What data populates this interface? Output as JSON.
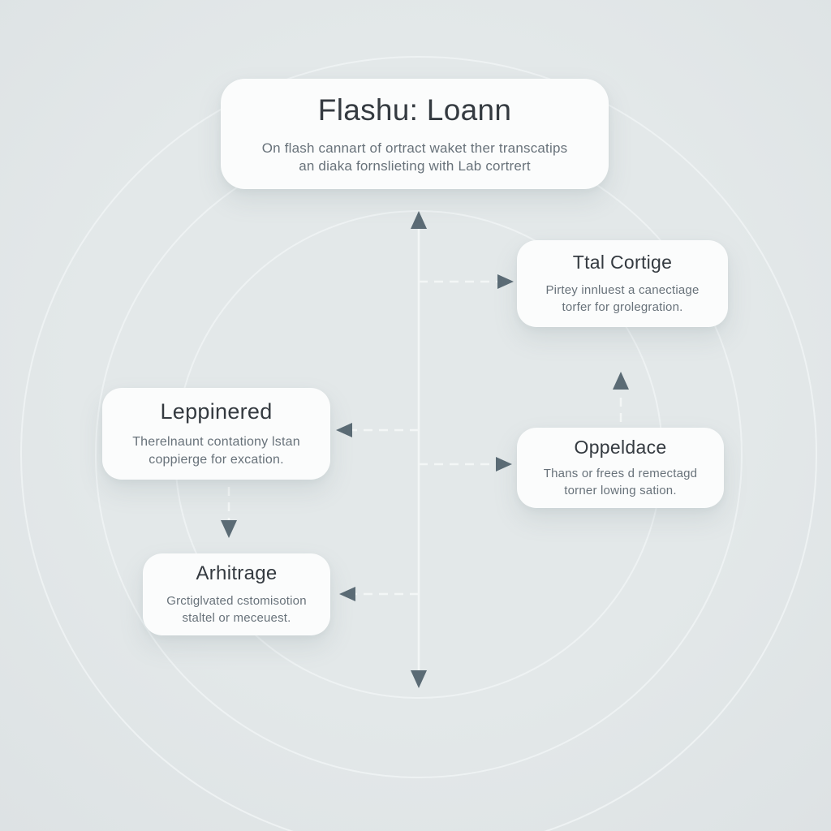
{
  "colors": {
    "bg": "#e3e8e9",
    "bg_edge": "#dde2e4",
    "node_bg": "#fbfcfc",
    "title_text": "#343a40",
    "desc_text": "#68727a",
    "arrowhead": "#5b6b75",
    "line": "#f3f6f6",
    "circle": "#eef2f3"
  },
  "diagram": {
    "nodes": {
      "flash_loan": {
        "title": "Flashu: Loann",
        "desc": [
          "On flash cannart of ortract waket ther transcatips",
          "an diaka fornslieting with Lab cortrert"
        ]
      },
      "total_cortige": {
        "title": "Ttal Cortige",
        "desc": [
          "Pirtey innluest a canectiage",
          "torfer for grolegration."
        ]
      },
      "leppinered": {
        "title": "Leppinered",
        "desc": [
          "Therelnaunt contationy lstan",
          "coppierge for excation."
        ]
      },
      "oppeldace": {
        "title": "Oppeldace",
        "desc": [
          "Thans or frees d remectagd",
          "torner lowing sation."
        ]
      },
      "arhitrage": {
        "title": "Arhitrage",
        "desc": [
          "Grctiglvated cstomisotion",
          "staltel or meceuest."
        ]
      }
    },
    "connectors": [
      {
        "from": "center-line",
        "to": "flash-loan",
        "direction": "up",
        "style": "solid"
      },
      {
        "from": "center-line",
        "to": "bottom",
        "direction": "down",
        "style": "solid"
      },
      {
        "from": "center-line",
        "to": "total-cortige",
        "direction": "right",
        "style": "dashed"
      },
      {
        "from": "center-line",
        "to": "leppinered",
        "direction": "left",
        "style": "dashed"
      },
      {
        "from": "center-line",
        "to": "oppeldace",
        "direction": "right",
        "style": "dashed"
      },
      {
        "from": "center-line",
        "to": "arhitrage",
        "direction": "left",
        "style": "dashed"
      },
      {
        "from": "oppeldace",
        "to": "total-cortige",
        "direction": "up",
        "style": "dashed"
      },
      {
        "from": "leppinered",
        "to": "arhitrage",
        "direction": "down",
        "style": "dashed"
      }
    ]
  }
}
